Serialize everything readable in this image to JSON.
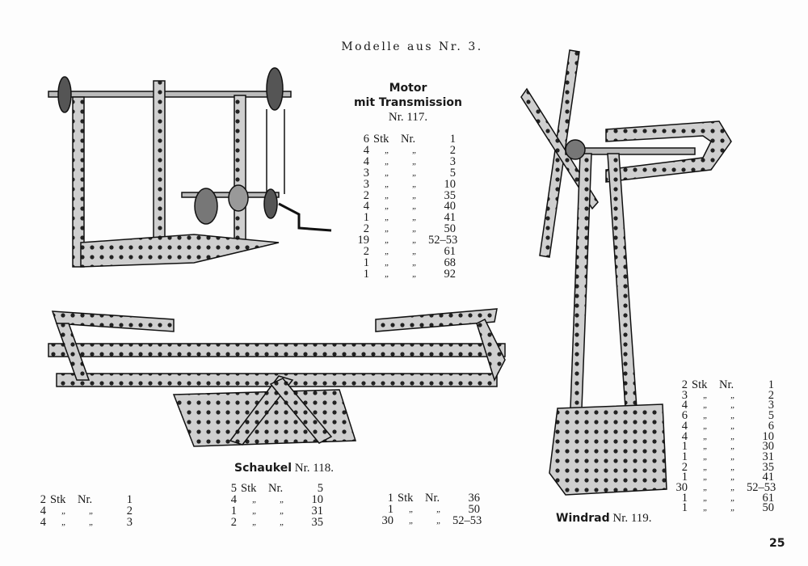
{
  "page_title": "Modelle aus Nr. 3.",
  "page_number": "25",
  "ditto": "„",
  "stk": "Stk",
  "nr": "Nr.",
  "models": {
    "motor": {
      "title_line1": "Motor",
      "title_line2": "mit Transmission",
      "number": "Nr. 117.",
      "parts": [
        [
          "6",
          "1"
        ],
        [
          "4",
          "2"
        ],
        [
          "4",
          "3"
        ],
        [
          "3",
          "5"
        ],
        [
          "3",
          "10"
        ],
        [
          "2",
          "35"
        ],
        [
          "4",
          "40"
        ],
        [
          "1",
          "41"
        ],
        [
          "2",
          "50"
        ],
        [
          "19",
          "52–53"
        ],
        [
          "2",
          "61"
        ],
        [
          "1",
          "68"
        ],
        [
          "1",
          "92"
        ]
      ]
    },
    "schaukel": {
      "title": "Schaukel",
      "number": "Nr. 118.",
      "parts_col1": [
        [
          "2",
          "1"
        ],
        [
          "4",
          "2"
        ],
        [
          "4",
          "3"
        ]
      ],
      "parts_col2": [
        [
          "5",
          "5"
        ],
        [
          "4",
          "10"
        ],
        [
          "1",
          "31"
        ],
        [
          "2",
          "35"
        ]
      ],
      "parts_col3": [
        [
          "1",
          "36"
        ],
        [
          "1",
          "50"
        ],
        [
          "30",
          "52–53"
        ]
      ]
    },
    "windrad": {
      "title": "Windrad",
      "number": "Nr. 119.",
      "parts": [
        [
          "2",
          "1"
        ],
        [
          "3",
          "2"
        ],
        [
          "4",
          "3"
        ],
        [
          "6",
          "5"
        ],
        [
          "4",
          "6"
        ],
        [
          "4",
          "10"
        ],
        [
          "1",
          "30"
        ],
        [
          "1",
          "31"
        ],
        [
          "2",
          "35"
        ],
        [
          "1",
          "41"
        ],
        [
          "30",
          "52–53"
        ],
        [
          "1",
          "61"
        ],
        [
          "1",
          "50"
        ]
      ]
    }
  }
}
